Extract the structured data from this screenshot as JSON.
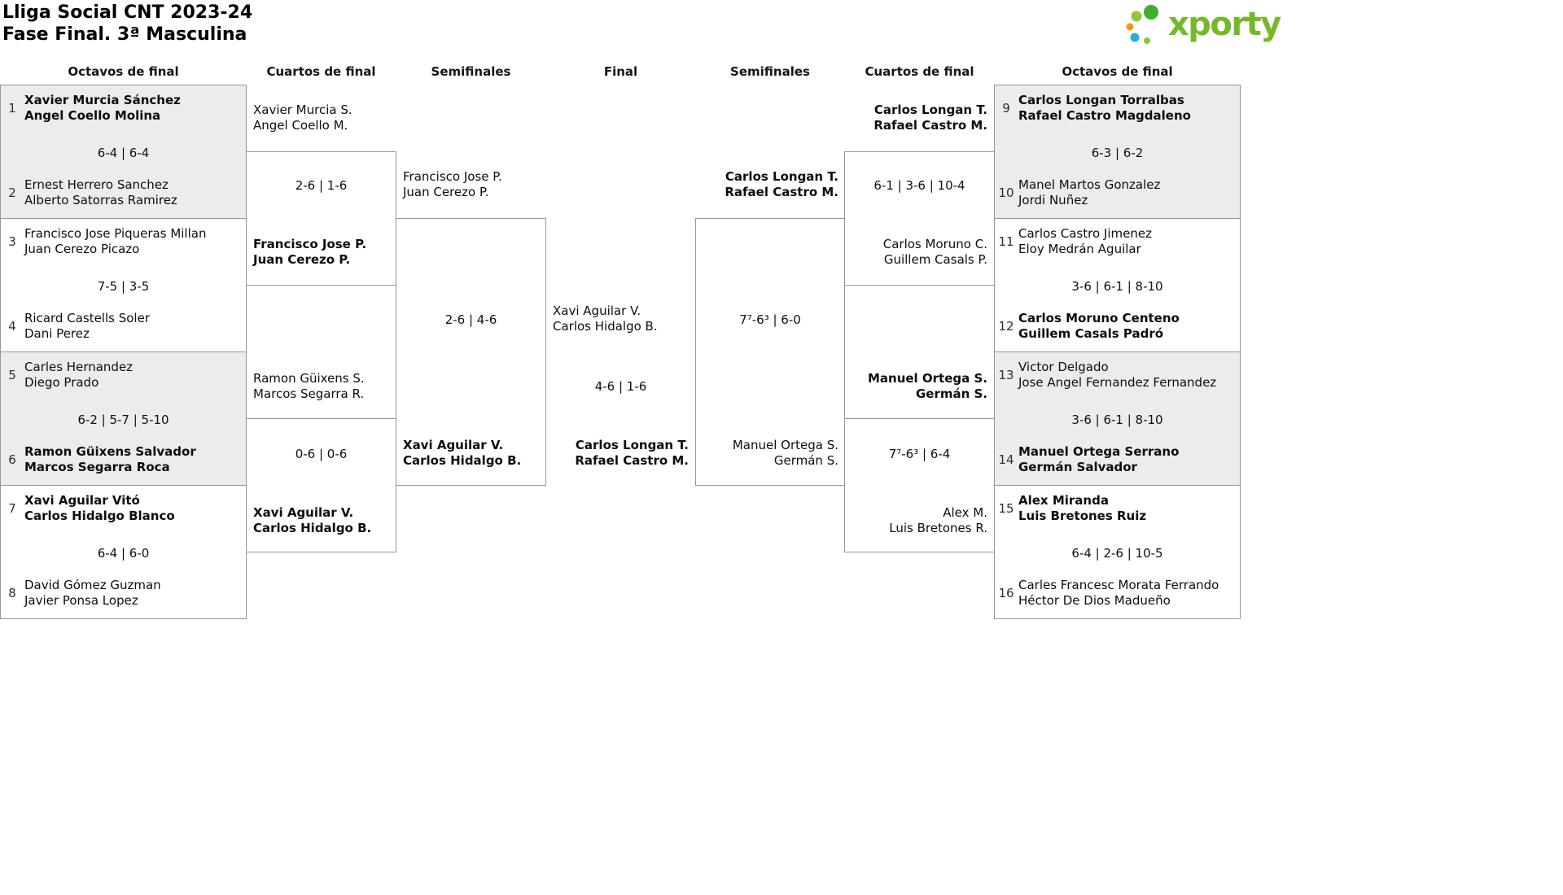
{
  "header": {
    "title_line1": "Lliga Social CNT 2023-24",
    "title_line2": "Fase Final. 3ª Masculina",
    "logo_text": "xporty"
  },
  "brand": {
    "text_green": "#76b82a",
    "dot_green": "#3daf2c",
    "dot_lightgreen": "#8dc63f",
    "dot_blue": "#29abe2",
    "dot_orange": "#f7941d",
    "box_gray": "#ececec",
    "border_gray": "#969696"
  },
  "round_headers": [
    "Octavos de final",
    "Cuartos de final",
    "Semifinales",
    "Final",
    "Semifinales",
    "Cuartos de final",
    "Octavos de final"
  ],
  "bracket": {
    "r16_left": [
      {
        "seed_top": "1",
        "top_name1": "Xavier Murcia Sánchez",
        "top_name2": "Angel Coello Molina",
        "top_winner": true,
        "score": "6-4 | 6-4",
        "seed_bottom": "2",
        "bottom_name1": "Ernest Herrero Sanchez",
        "bottom_name2": "Alberto Satorras Ramirez",
        "bottom_winner": false
      },
      {
        "seed_top": "3",
        "top_name1": "Francisco Jose Piqueras Millan",
        "top_name2": "Juan Cerezo Picazo",
        "top_winner": false,
        "score": "7-5 | 3-5",
        "seed_bottom": "4",
        "bottom_name1": "Ricard Castells Soler",
        "bottom_name2": "Dani Perez",
        "bottom_winner": false
      },
      {
        "seed_top": "5",
        "top_name1": "Carles Hernandez",
        "top_name2": "Diego Prado",
        "top_winner": false,
        "score": "6-2 | 5-7 | 5-10",
        "seed_bottom": "6",
        "bottom_name1": "Ramon Güixens Salvador",
        "bottom_name2": "Marcos Segarra Roca",
        "bottom_winner": true
      },
      {
        "seed_top": "7",
        "top_name1": "Xavi Aguilar Vitó",
        "top_name2": "Carlos Hidalgo Blanco",
        "top_winner": true,
        "score": "6-4 | 6-0",
        "seed_bottom": "8",
        "bottom_name1": "David Gómez Guzman",
        "bottom_name2": "Javier Ponsa Lopez",
        "bottom_winner": false
      }
    ],
    "qf_left": [
      {
        "top_name1": "Xavier Murcia S.",
        "top_name2": "Angel Coello M.",
        "top_winner": false,
        "score": "2-6 | 1-6",
        "bottom_name1": "Francisco Jose P.",
        "bottom_name2": "Juan Cerezo P.",
        "bottom_winner": true
      },
      {
        "top_name1": "Ramon Güixens S.",
        "top_name2": "Marcos Segarra R.",
        "top_winner": false,
        "score": "0-6 | 0-6",
        "bottom_name1": "Xavi Aguilar V.",
        "bottom_name2": "Carlos Hidalgo B.",
        "bottom_winner": true
      }
    ],
    "sf_left": {
      "top_name1": "Francisco Jose P.",
      "top_name2": "Juan Cerezo P.",
      "top_winner": false,
      "score": "2-6 | 4-6",
      "bottom_name1": "Xavi Aguilar V.",
      "bottom_name2": "Carlos Hidalgo B.",
      "bottom_winner": true
    },
    "final": {
      "top_name1": "Xavi Aguilar V.",
      "top_name2": "Carlos Hidalgo B.",
      "top_winner": false,
      "score": "4-6 | 1-6",
      "bottom_name1": "Carlos Longan T.",
      "bottom_name2": "Rafael Castro M.",
      "bottom_winner": true
    },
    "sf_right": {
      "top_name1": "Carlos Longan T.",
      "top_name2": "Rafael Castro M.",
      "top_winner": true,
      "score": "7⁷-6³ | 6-0",
      "bottom_name1": "Manuel Ortega S.",
      "bottom_name2": "Germán S.",
      "bottom_winner": false
    },
    "qf_right": [
      {
        "top_name1": "Carlos Longan T.",
        "top_name2": "Rafael Castro M.",
        "top_winner": true,
        "score": "6-1 | 3-6 | 10-4",
        "bottom_name1": "Carlos Moruno C.",
        "bottom_name2": "Guillem Casals P.",
        "bottom_winner": false
      },
      {
        "top_name1": "Manuel Ortega S.",
        "top_name2": "Germán S.",
        "top_winner": true,
        "score": "7⁷-6³ | 6-4",
        "bottom_name1": "Alex M.",
        "bottom_name2": "Luis Bretones R.",
        "bottom_winner": false
      }
    ],
    "r16_right": [
      {
        "seed_top": "9",
        "top_name1": "Carlos Longan Torralbas",
        "top_name2": "Rafael Castro Magdaleno",
        "top_winner": true,
        "score": "6-3 | 6-2",
        "seed_bottom": "10",
        "bottom_name1": "Manel Martos Gonzalez",
        "bottom_name2": "Jordi Nuñez",
        "bottom_winner": false
      },
      {
        "seed_top": "11",
        "top_name1": "Carlos Castro Jimenez",
        "top_name2": "Eloy Medrán Aguilar",
        "top_winner": false,
        "score": "3-6 | 6-1 | 8-10",
        "seed_bottom": "12",
        "bottom_name1": "Carlos Moruno Centeno",
        "bottom_name2": "Guillem Casals Padró",
        "bottom_winner": true
      },
      {
        "seed_top": "13",
        "top_name1": "Victor Delgado",
        "top_name2": "Jose Angel Fernandez Fernandez",
        "top_winner": false,
        "score": "3-6 | 6-1 | 8-10",
        "seed_bottom": "14",
        "bottom_name1": "Manuel Ortega Serrano",
        "bottom_name2": "Germán Salvador",
        "bottom_winner": true
      },
      {
        "seed_top": "15",
        "top_name1": "Alex Miranda",
        "top_name2": "Luis Bretones Ruiz",
        "top_winner": true,
        "score": "6-4 | 2-6 | 10-5",
        "seed_bottom": "16",
        "bottom_name1": "Carles Francesc Morata Ferrando",
        "bottom_name2": "Héctor De Dios Madueño",
        "bottom_winner": false
      }
    ]
  }
}
